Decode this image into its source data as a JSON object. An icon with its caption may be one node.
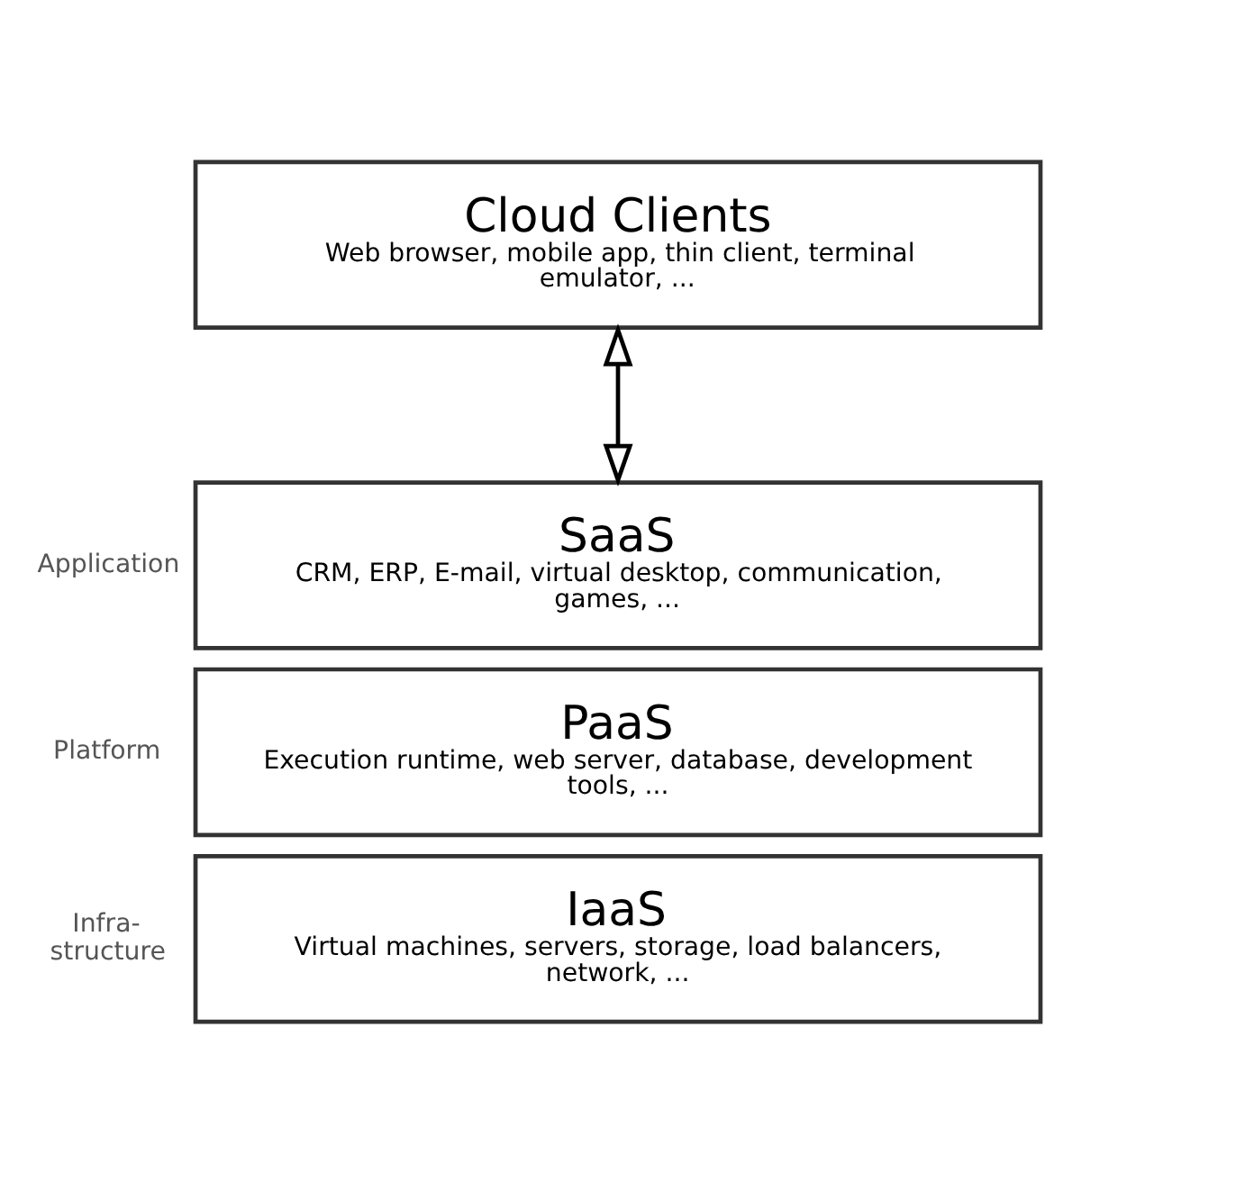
{
  "diagram": {
    "nodes": [
      {
        "text": [
          "Cloud Clients",
          "Web browser, mobile app, thin client, terminal emulator, ..."
        ]
      },
      {
        "text": [
          "SaaS",
          "CRM, ERP, E-mail, virtual desktop, communication, games, ..."
        ],
        "beside": [
          "Application"
        ]
      },
      {
        "text": [
          "PaaS",
          "Execution runtime, web server, database, development tools, ..."
        ],
        "beside": [
          "Platform"
        ]
      },
      {
        "text": [
          "IaaS",
          "Virtual machines, servers, storage, load balancers, network, ..."
        ],
        "beside": [
          "Infra- structure"
        ]
      }
    ],
    "edges": [
      {
        "from": 0,
        "to": 1,
        "arrow": "both"
      }
    ]
  }
}
